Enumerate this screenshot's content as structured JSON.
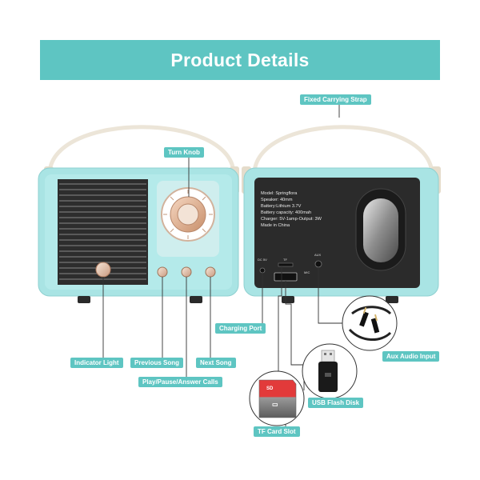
{
  "header": {
    "title": "Product Details"
  },
  "labels": {
    "turn_knob": "Turn Knob",
    "fixed_strap": "Fixed Carrying Strap",
    "indicator_light": "Indicator Light",
    "previous_song": "Previous Song",
    "next_song": "Next Song",
    "play_pause": "Play/Pause/Answer Calls",
    "charging_port": "Charging Port",
    "aux_input": "Aux Audio Input",
    "usb_flash": "USB Flash Disk",
    "tf_card": "TF Card Slot"
  },
  "specs": [
    "Model: Springflora",
    "Speaker: 40mm",
    "Battery:Lithium 3.7V",
    "Battery capacity: 400mah",
    "Charger: 5V-1amp-Output: 3W",
    "Made in China"
  ],
  "ports": {
    "dc": "DC 5V",
    "tf": "TF",
    "aux": "AUX",
    "usb": "USB",
    "mic": "MIC"
  },
  "colors": {
    "accent": "#5ec5c2",
    "body": "#a9e4e4",
    "panel": "#2b2b2b",
    "handle": "#ece5d8",
    "knob": "#e0b497"
  }
}
